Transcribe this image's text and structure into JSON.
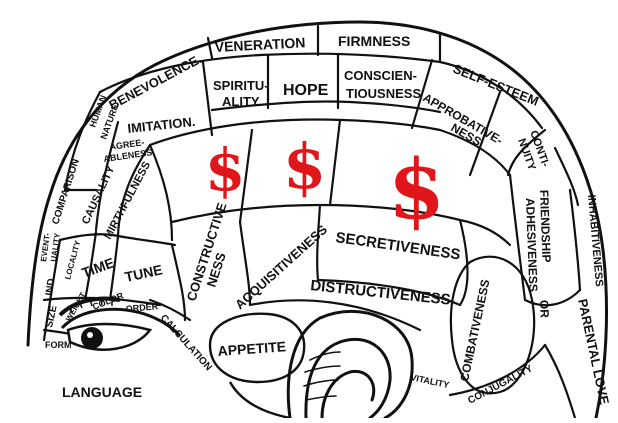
{
  "colors": {
    "ink": "#111111",
    "dollar": "#e0161b",
    "paper": "#ffffff"
  },
  "dollar_sign": "$",
  "regions": {
    "veneration": "VENERATION",
    "firmness": "FIRMNESS",
    "benevolence": "BENEVOLENCE.",
    "spirituality_1": "SPIRITU-",
    "spirituality_2": "ALITY.",
    "hope": "HOPE",
    "conscientiousness_1": "CONSCIEN-",
    "conscientiousness_2": "TIOUSNESS",
    "self_esteem": "SELF-ESTEEM",
    "approbativeness_1": "APPROBATIVE-",
    "approbativeness_2": "NESS.",
    "continuity_1": "CONTI-",
    "continuity_2": "NUITY",
    "human_nature_1": "HUMAN",
    "human_nature_2": "NATURE",
    "imitation": "IMITATION.",
    "agreeableness_1": "AGREE-",
    "agreeableness_2": "ABLENESS.",
    "comparison": "COMPARISON",
    "causality": "CAUSALITY",
    "mirthfulness": "MIRTHFULNESS",
    "eventuality_1": "EVENT-",
    "eventuality_2": "UALITY",
    "locality": "LOCALITY",
    "time": "TIME",
    "tune": "TUNE",
    "constructiveness_1": "CONSTRUCTIVE",
    "constructiveness_2": "NESS",
    "acquisitiveness": "ACQUISITIVENESS",
    "secretiveness": "SECRETIVENESS",
    "distructiveness": "DISTRUCTIVENESS",
    "friendship_1": "FRIENDSHIP",
    "friendship_2": "OR",
    "friendship_3": "ADHESIVENESS",
    "inhabitiveness": "INHABITIVENESS",
    "parental_love": "PARENTAL LOVE",
    "combativeness": "COMBATIVENESS",
    "conjugality": "CONJUGALITY",
    "vitality": "VITALITY",
    "appetite": "APPETITE",
    "size": "SIZE",
    "ind": "IND",
    "weight": "WEIGHT",
    "color": "COLOR",
    "order": "ORDER",
    "calculation": "CALCULATION",
    "form": "FORM",
    "language": "LANGUAGE"
  }
}
